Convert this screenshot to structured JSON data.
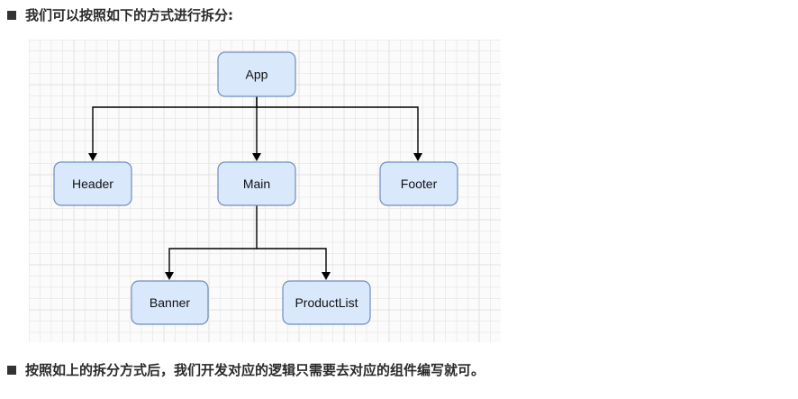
{
  "text": {
    "intro": "我们可以按照如下的方式进行拆分:",
    "conclusion": "按照如上的拆分方式后，我们开发对应的逻辑只需要去对应的组件编写就可。"
  },
  "diagram": {
    "nodes": {
      "app": "App",
      "header": "Header",
      "main": "Main",
      "footer": "Footer",
      "banner": "Banner",
      "productlist": "ProductList"
    },
    "colors": {
      "node_fill": "#dae8fc",
      "node_stroke": "#6c8ebf",
      "edge": "#000000"
    }
  }
}
